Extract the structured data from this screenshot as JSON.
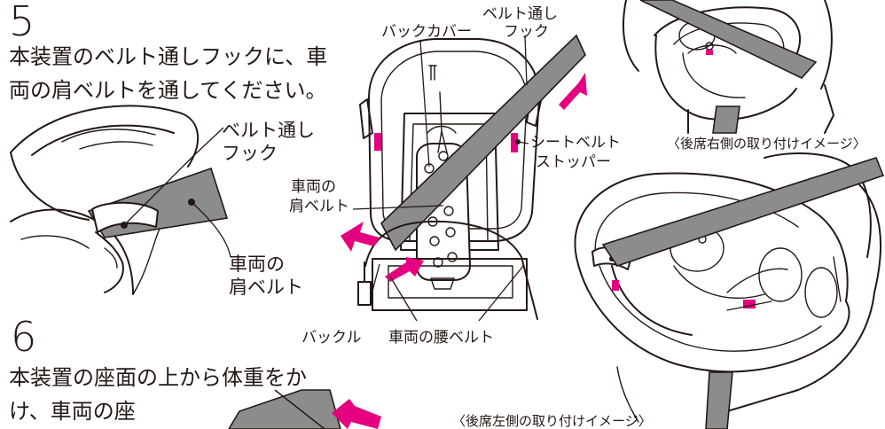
{
  "colors": {
    "ink": "#231815",
    "belt": "#8c8c8c",
    "arrow": "#e5007f"
  },
  "step5": {
    "number": "5",
    "line1": "本装置のベルト通しフックに、車",
    "line2": "両の肩ベルトを通してください。"
  },
  "step6": {
    "number": "6",
    "line1": "本装置の座面の上から体重をか",
    "line2": "け、車両の座"
  },
  "labels": {
    "back_cover": "バックカバー",
    "belt_hook_center_1": "ベルト通し",
    "belt_hook_center_2": "フック",
    "belt_hook_left_1": "ベルト通し",
    "belt_hook_left_2": "フック",
    "seatbelt_stopper_1": "シートベルト",
    "seatbelt_stopper_2": "ストッパー",
    "shoulder_belt_center_1": "車両の",
    "shoulder_belt_center_2": "肩ベルト",
    "shoulder_belt_left_1": "車両の",
    "shoulder_belt_left_2": "肩ベルト",
    "buckle": "バックル",
    "lap_belt": "車両の腰ベルト",
    "rear_right_caption": "〈後席右側の取り付けイメージ〉",
    "rear_left_caption": "〈後席左側の取り付けイメージ〉"
  }
}
